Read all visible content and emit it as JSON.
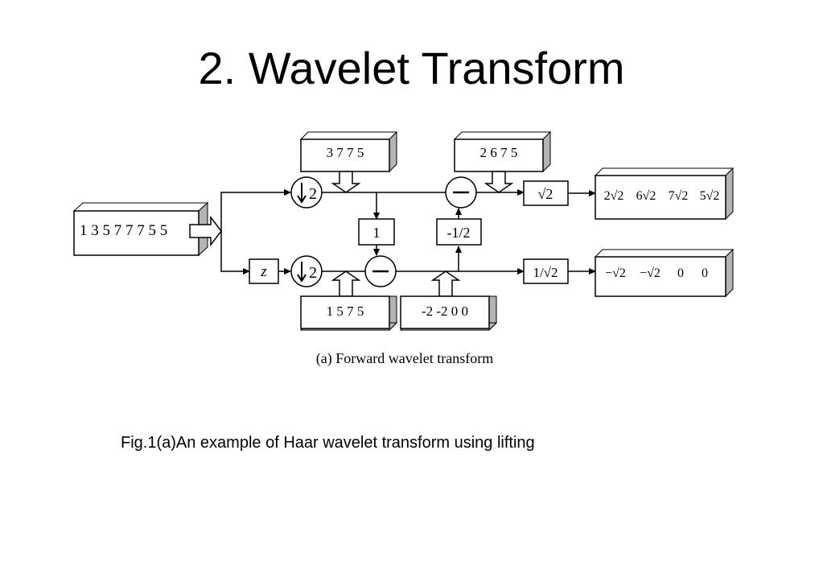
{
  "slide": {
    "title": "2. Wavelet Transform",
    "caption": "Fig.1(a)An example of Haar wavelet transform using lifting"
  },
  "diagram": {
    "input_signal": "1 3 5 7 7 7 5 5",
    "even_samples": "3 7 7 5",
    "odd_samples": "1 5 7 5",
    "updated_values": "2 6 7 5",
    "detail_values": "-2 -2 0 0",
    "predict_coefficient": "1",
    "update_coefficient": "-1/2",
    "delay_label": "z",
    "downsample_factor": "2",
    "low_scale_label": "√2",
    "high_scale_label": "1/√2",
    "low_output": [
      "2√2",
      "6√2",
      "7√2",
      "5√2"
    ],
    "high_output": [
      "−√2",
      "−√2",
      "0",
      "0"
    ],
    "diagram_caption": "(a) Forward wavelet transform"
  },
  "colors": {
    "line": "#000000",
    "box_fill": "#ffffff",
    "shadow": "#b4b4b4"
  }
}
